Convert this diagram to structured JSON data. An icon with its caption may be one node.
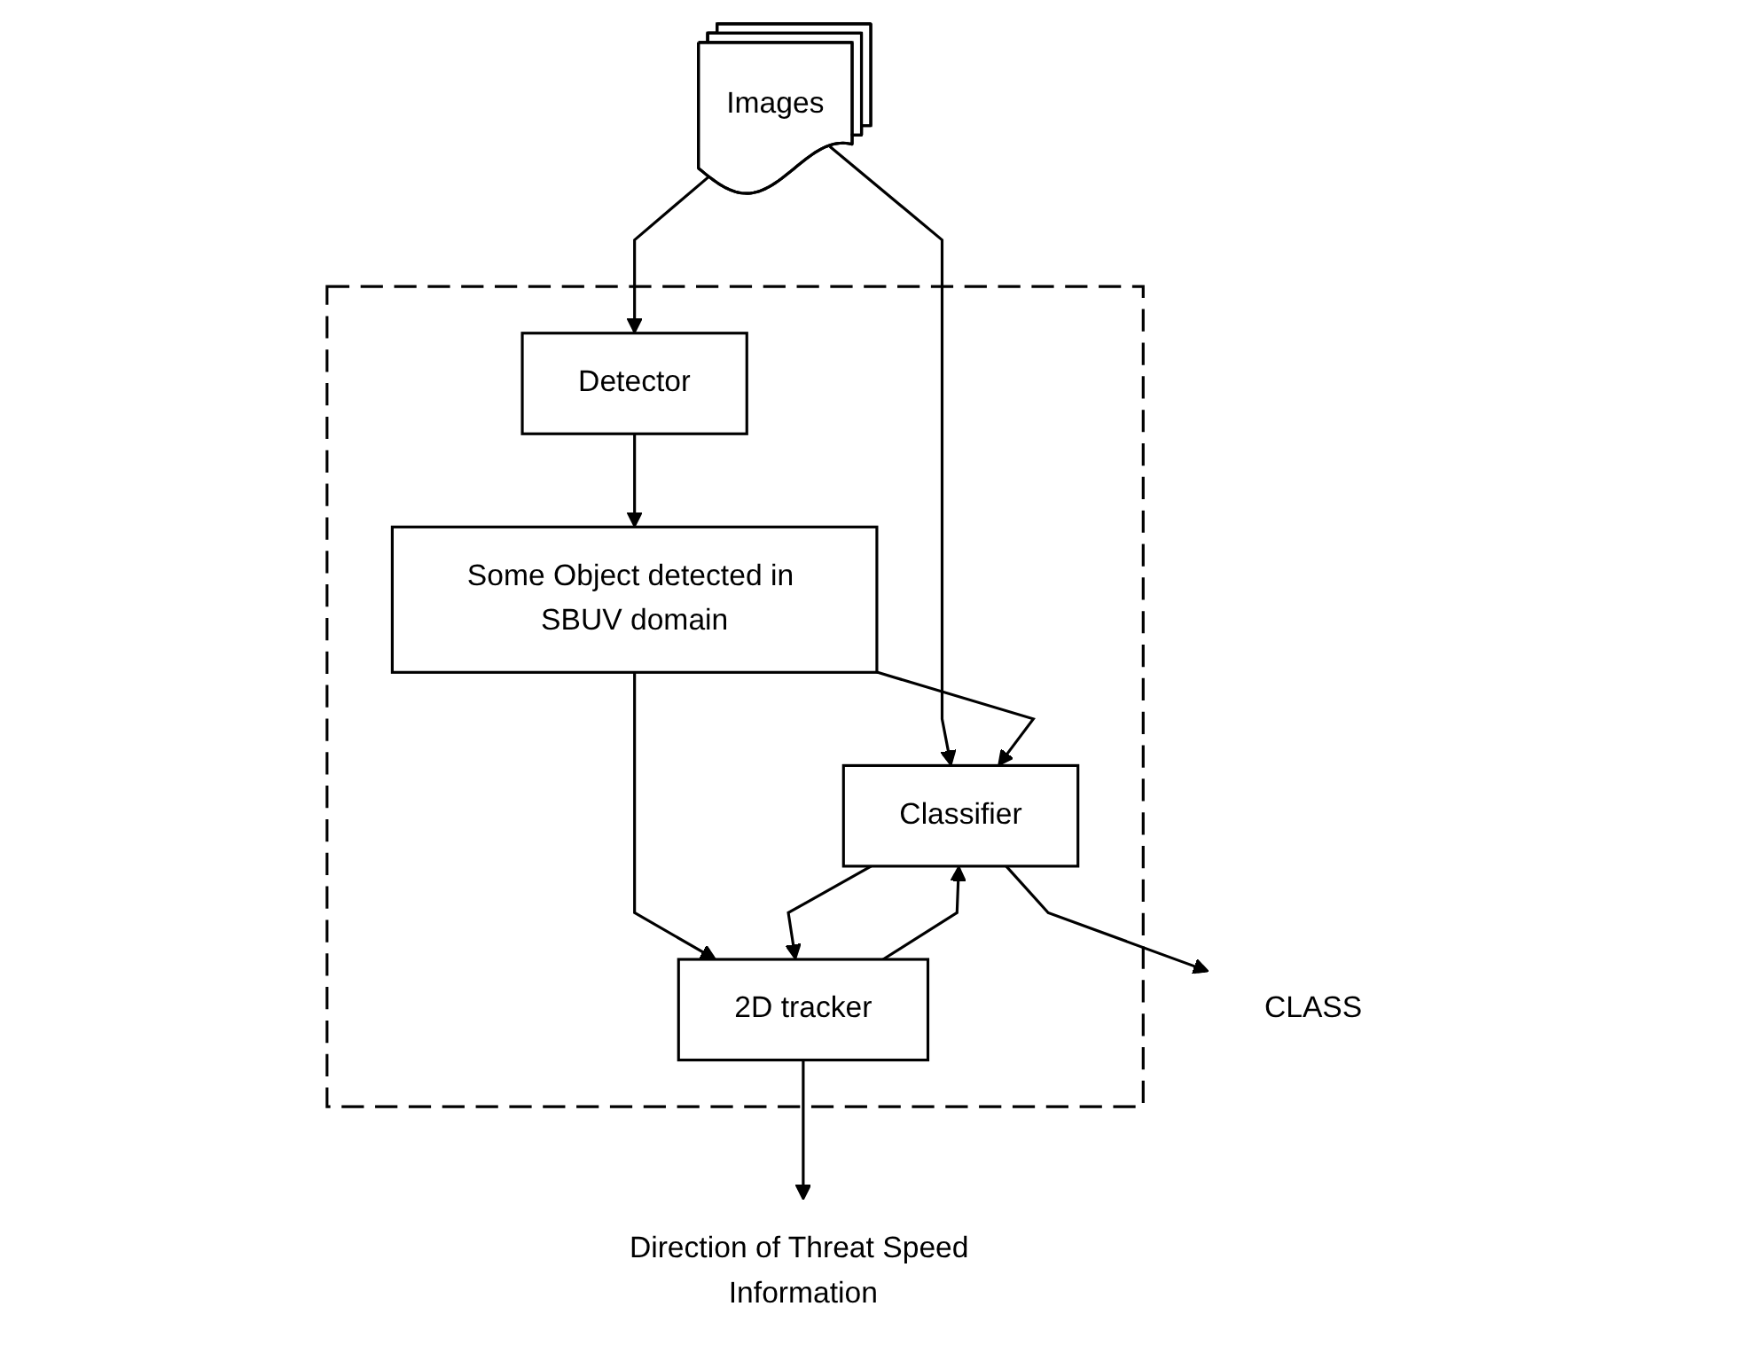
{
  "diagram": {
    "nodes": [
      {
        "text": [],
        "shape": "box"
      },
      {
        "text": [
          "Images"
        ]
      },
      {
        "text": [
          "Detector"
        ],
        "in": 0
      },
      {
        "text": [
          "Some Object detected in SBUV domain"
        ],
        "in": 0
      },
      {
        "text": [
          "Classifier"
        ],
        "in": 0
      },
      {
        "text": [
          "2D tracker"
        ],
        "in": 0
      },
      {
        "text": [
          "CLASS"
        ]
      },
      {
        "text": [
          "Direction of Threat Speed Information"
        ]
      }
    ],
    "edges": [
      {
        "from": 1,
        "to": 2,
        "arrow": "to"
      },
      {
        "from": 1,
        "to": 4,
        "arrow": "to"
      },
      {
        "from": 2,
        "to": 3,
        "arrow": "to"
      },
      {
        "from": 3,
        "to": 4,
        "arrow": "to"
      },
      {
        "from": 3,
        "to": 5,
        "arrow": "to"
      },
      {
        "from": 4,
        "to": 5,
        "arrow": "to"
      },
      {
        "from": 5,
        "to": 4,
        "arrow": "to"
      },
      {
        "from": 4,
        "to": 6,
        "arrow": "to"
      },
      {
        "from": 5,
        "to": 7,
        "arrow": "to"
      }
    ]
  }
}
